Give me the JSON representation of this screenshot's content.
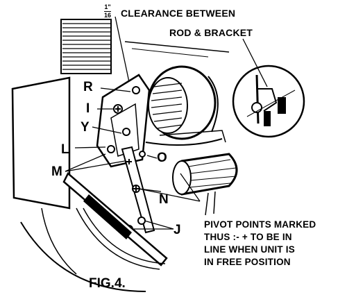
{
  "clearance_fraction": {
    "numerator": "1\"",
    "denominator": "16"
  },
  "clearance_note": [
    "CLEARANCE BETWEEN",
    "ROD & BRACKET"
  ],
  "labels": {
    "R": "R",
    "I": "I",
    "Y": "Y",
    "L": "L",
    "M": "M",
    "O": "O",
    "N": "N",
    "J": "J"
  },
  "pivot_note": [
    "PIVOT POINTS MARKED",
    "THUS :- + TO BE IN",
    "LINE WHEN UNIT IS",
    "IN FREE POSITION"
  ],
  "caption": "FIG.4.",
  "colors": {
    "ink": "#000000",
    "paper": "#ffffff"
  }
}
